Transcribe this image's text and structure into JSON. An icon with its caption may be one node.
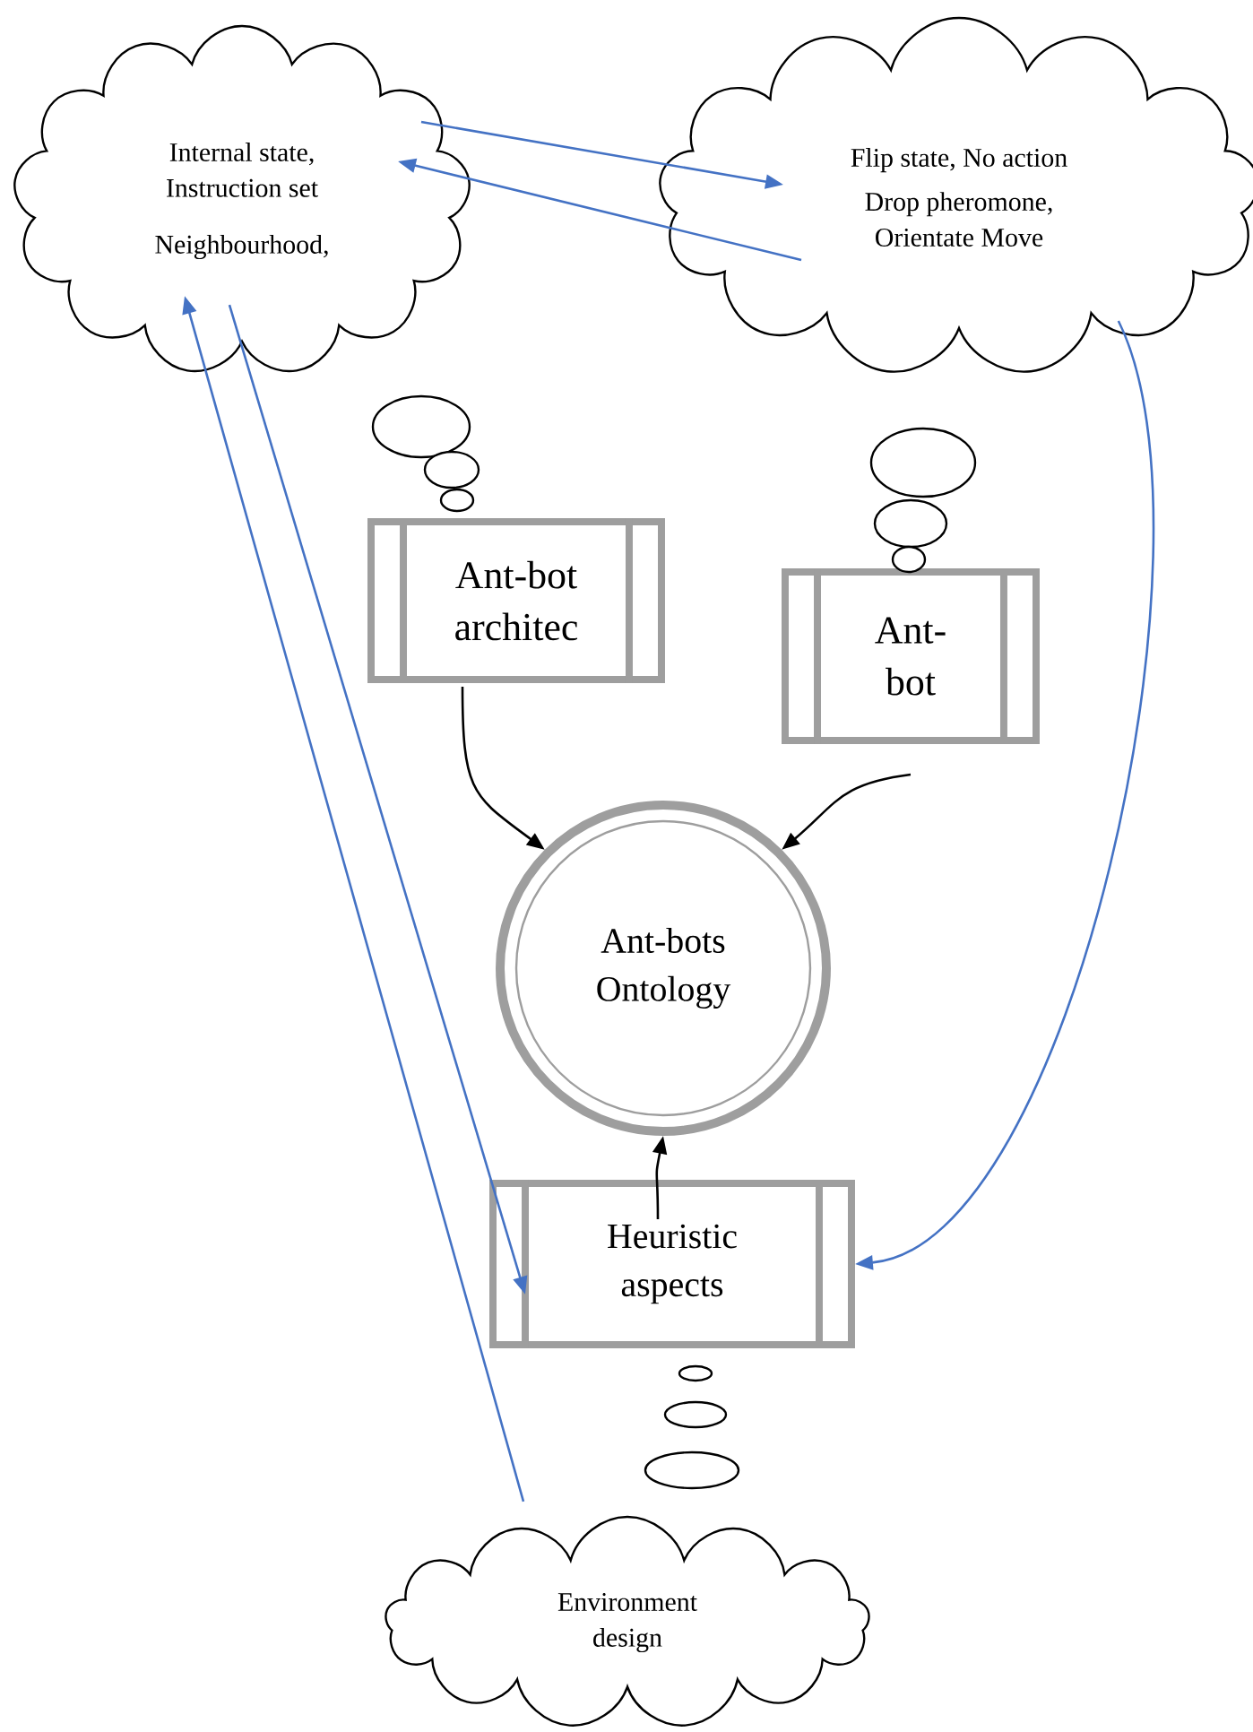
{
  "diagram": {
    "nodes": [
      {
        "text": [
          "Internal state, Instruction set",
          "Neighbourhood,"
        ]
      },
      {
        "text": [
          "Flip state, No action",
          "Drop pheromone, Orientate Move"
        ]
      },
      {
        "text": [
          "Ant-bot architec"
        ]
      },
      {
        "text": [
          "Ant-bot"
        ]
      },
      {
        "text": [
          "Ant-bots Ontology"
        ]
      },
      {
        "text": [
          "Heuristic aspects"
        ]
      },
      {
        "text": [
          "Environment design"
        ]
      }
    ],
    "edges": [
      {
        "from": 0,
        "to": 1,
        "arrow": "to"
      },
      {
        "from": 1,
        "to": 0,
        "arrow": "to"
      },
      {
        "from": 2,
        "to": 4,
        "arrow": "to",
        "color": "#000000"
      },
      {
        "from": 3,
        "to": 4,
        "arrow": "to",
        "color": "#000000"
      },
      {
        "from": 5,
        "to": 4,
        "arrow": "to",
        "color": "#000000"
      },
      {
        "from": 1,
        "to": 5,
        "arrow": "to"
      },
      {
        "from": 0,
        "to": 5,
        "arrow": "to"
      },
      {
        "from": 6,
        "to": 0,
        "arrow": "to"
      }
    ]
  }
}
